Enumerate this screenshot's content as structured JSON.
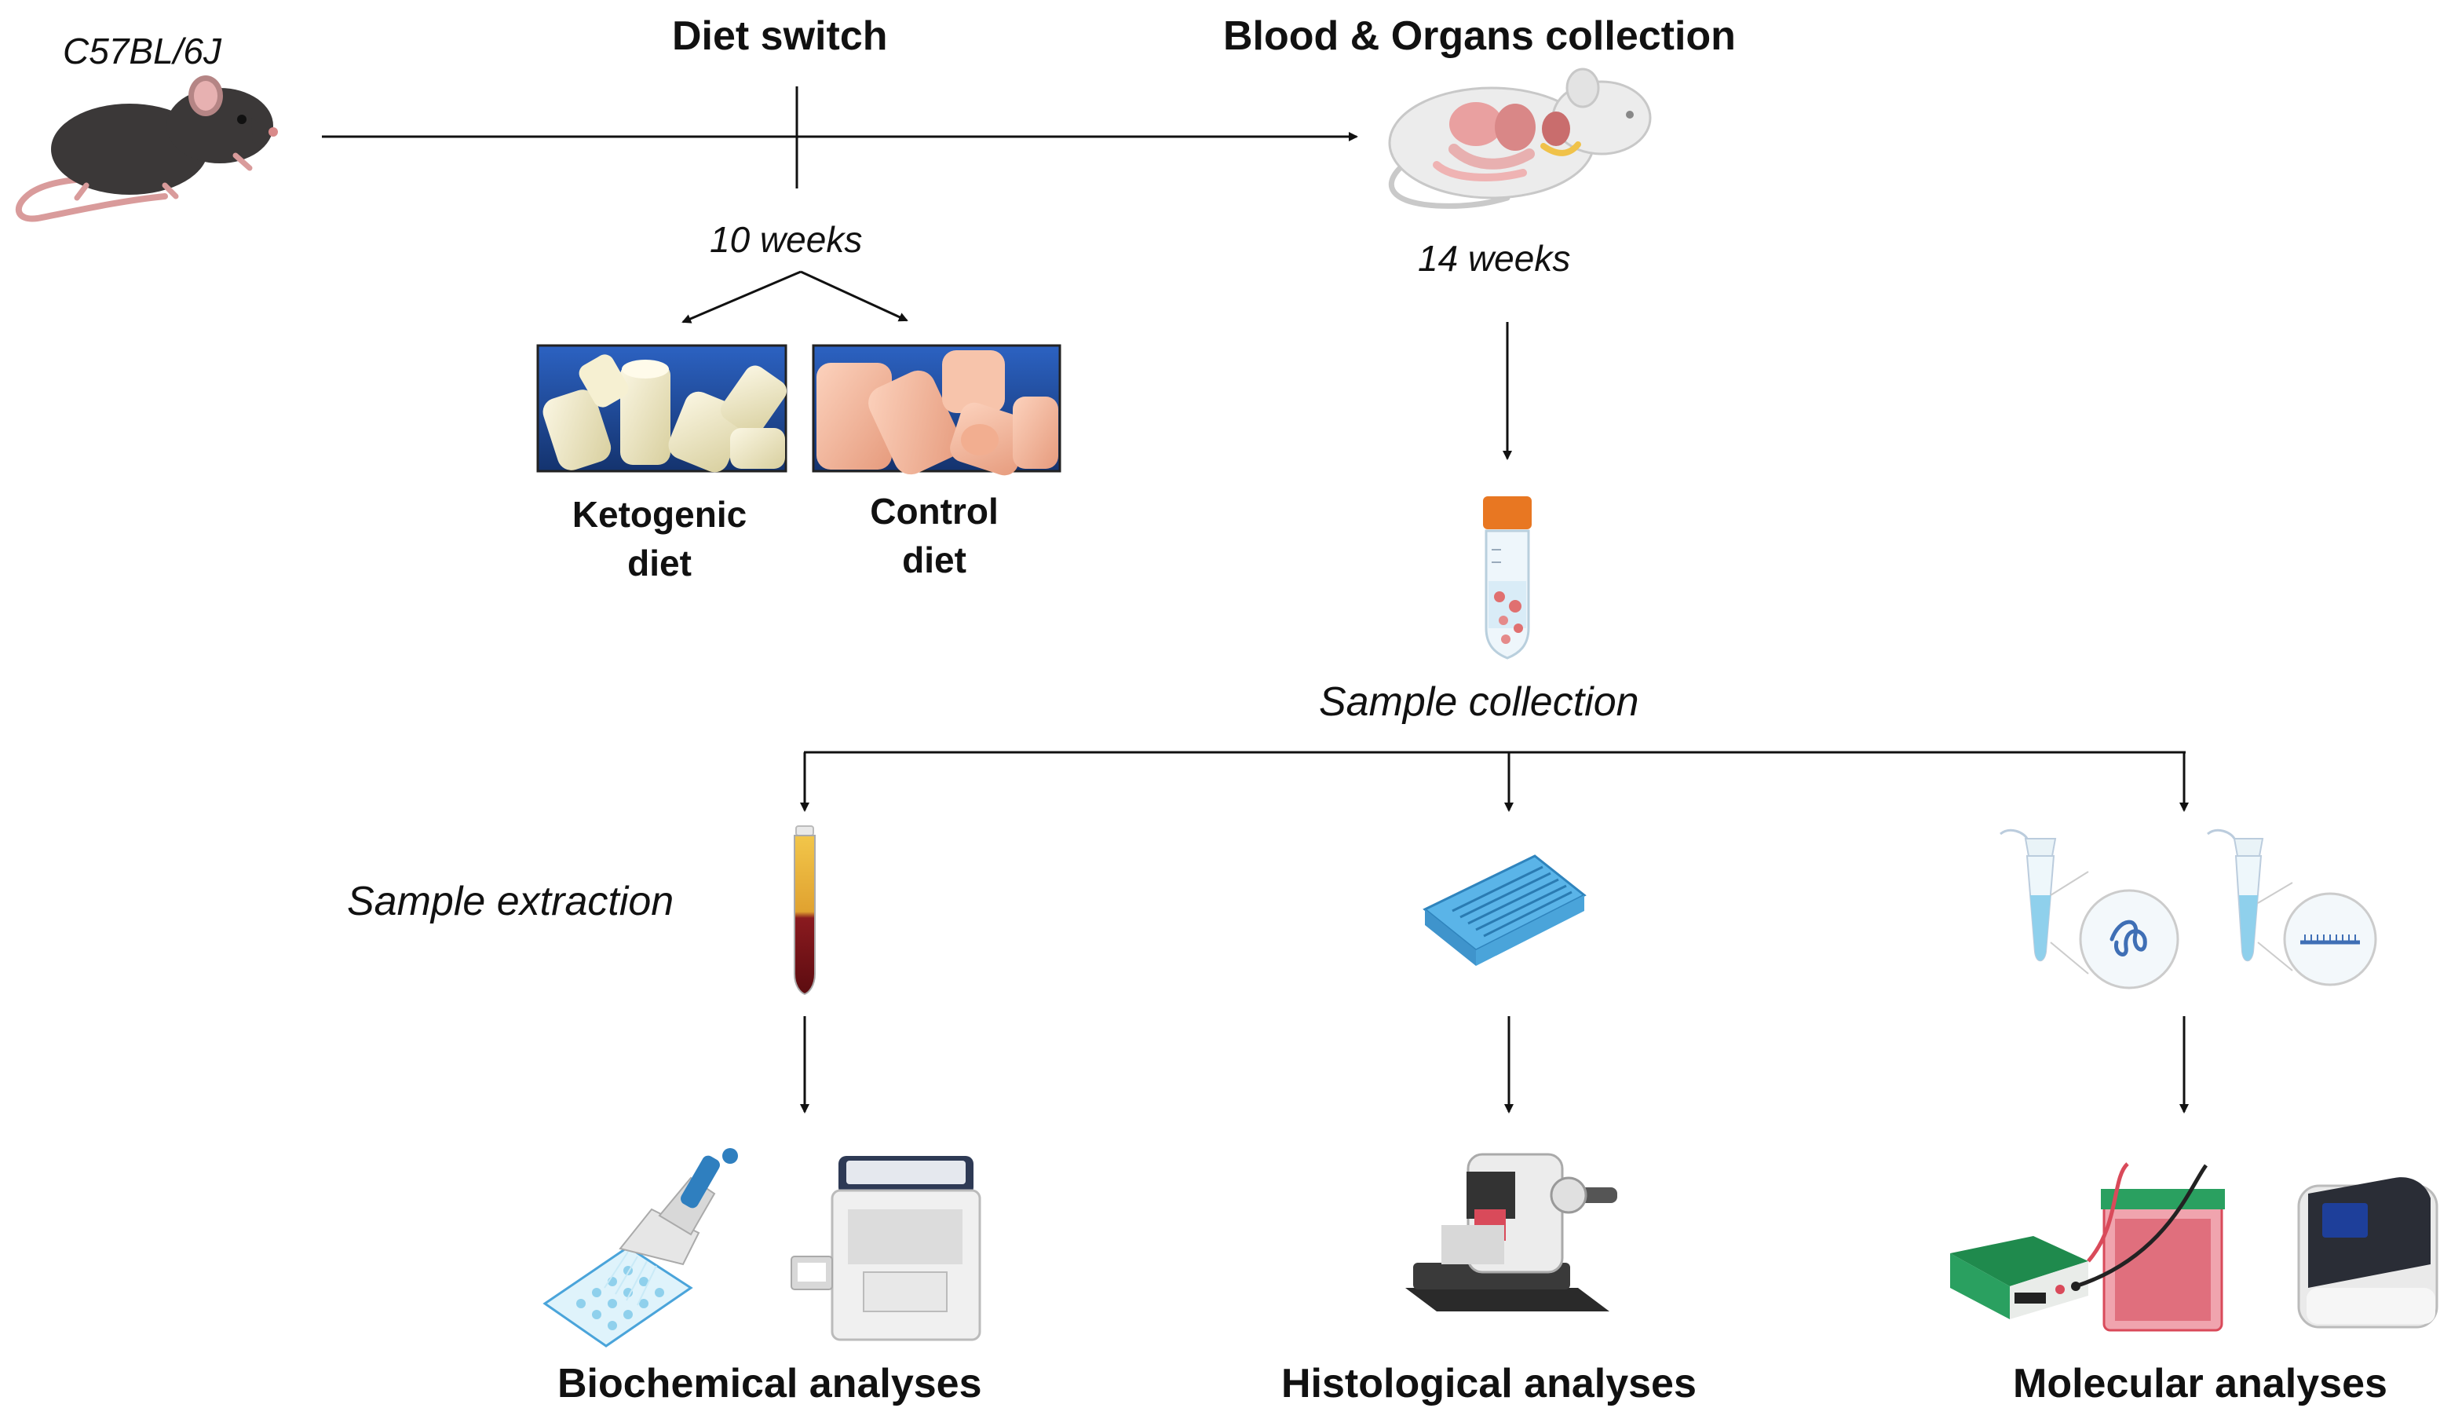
{
  "labels": {
    "strain": "C57BL/6J",
    "diet_switch": "Diet switch",
    "collection_title": "Blood & Organs collection",
    "weeks_10": "10 weeks",
    "weeks_14": "14 weeks",
    "keto_line1": "Ketogenic",
    "keto_line2": "diet",
    "control_line1": "Control",
    "control_line2": "diet",
    "sample_collection": "Sample collection",
    "sample_extraction": "Sample extraction",
    "biochemical": "Biochemical analyses",
    "histological": "Histological analyses",
    "molecular": "Molecular analyses"
  },
  "colors": {
    "line": "#111111",
    "mouse_body": "#3d3a3a",
    "mouse_tail": "#d89a9a",
    "ketogenic_chow": "#ece6c8",
    "control_chow": "#f2b79d",
    "photo_background": "#1c4a9c",
    "tube_cap": "#e87722",
    "blood": "#7a0f16",
    "plasma": "#e8b93a",
    "cassette": "#5ab4e8",
    "microtube": "#9fd8ee",
    "gel_tank": "#d94a5a",
    "power_supply": "#1f8a4d",
    "qpcr_screen": "#1e3f9a"
  },
  "icons": [
    "mouse-icon",
    "dissected-mouse-icon",
    "falcon-tube-icon",
    "blood-tube-icon",
    "histology-cassette-icon",
    "rna-tube-icon",
    "dna-tube-icon",
    "multichannel-pipette-icon",
    "biochemistry-analyzer-icon",
    "microtome-icon",
    "electrophoresis-icon",
    "qpcr-machine-icon"
  ]
}
